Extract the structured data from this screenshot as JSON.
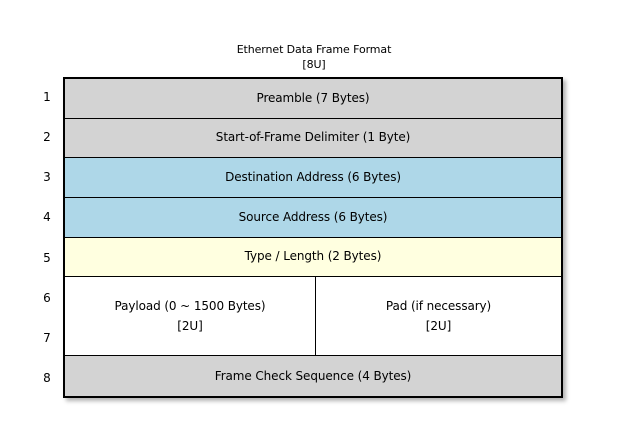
{
  "title": {
    "main": "Ethernet Data Frame Format",
    "sub": "[8U]"
  },
  "colors": {
    "header_gray": "#d3d3d3",
    "address_blue": "#aed7e8",
    "type_yellow": "#ffffe0",
    "payload_white": "#ffffff",
    "border": "#000000",
    "page_background": "#ffffff"
  },
  "row_numbers": [
    "1",
    "2",
    "3",
    "4",
    "5",
    "6",
    "7",
    "8"
  ],
  "frame_rows": [
    {
      "index": "1",
      "label": "Preamble (7 Bytes)",
      "fill": "gray",
      "span": 1
    },
    {
      "index": "2",
      "label": "Start-of-Frame Delimiter (1 Byte)",
      "fill": "gray",
      "span": 1
    },
    {
      "index": "3",
      "label": "Destination Address (6 Bytes)",
      "fill": "blue",
      "span": 1
    },
    {
      "index": "4",
      "label": "Source Address (6 Bytes)",
      "fill": "blue",
      "span": 1
    },
    {
      "index": "5",
      "label": "Type / Length (2 Bytes)",
      "fill": "yellow",
      "span": 1
    },
    {
      "index": "6-7",
      "fill": "white",
      "span": 2,
      "split": true,
      "left": {
        "label": "Payload (0 ~ 1500 Bytes)",
        "sublabel": "[2U]"
      },
      "right": {
        "label": "Pad (if necessary)",
        "sublabel": "[2U]"
      }
    },
    {
      "index": "8",
      "label": "Frame Check Sequence (4 Bytes)",
      "fill": "gray",
      "span": 1
    }
  ],
  "cells": {
    "preamble": "Preamble (7 Bytes)",
    "sfd": "Start-of-Frame Delimiter (1 Byte)",
    "destination": "Destination Address (6 Bytes)",
    "source": "Source Address (6 Bytes)",
    "type_length": "Type / Length (2 Bytes)",
    "payload": "Payload (0 ~ 1500 Bytes)",
    "payload_sub": "[2U]",
    "pad": "Pad (if necessary)",
    "pad_sub": "[2U]",
    "fcs": "Frame Check Sequence (4 Bytes)"
  }
}
